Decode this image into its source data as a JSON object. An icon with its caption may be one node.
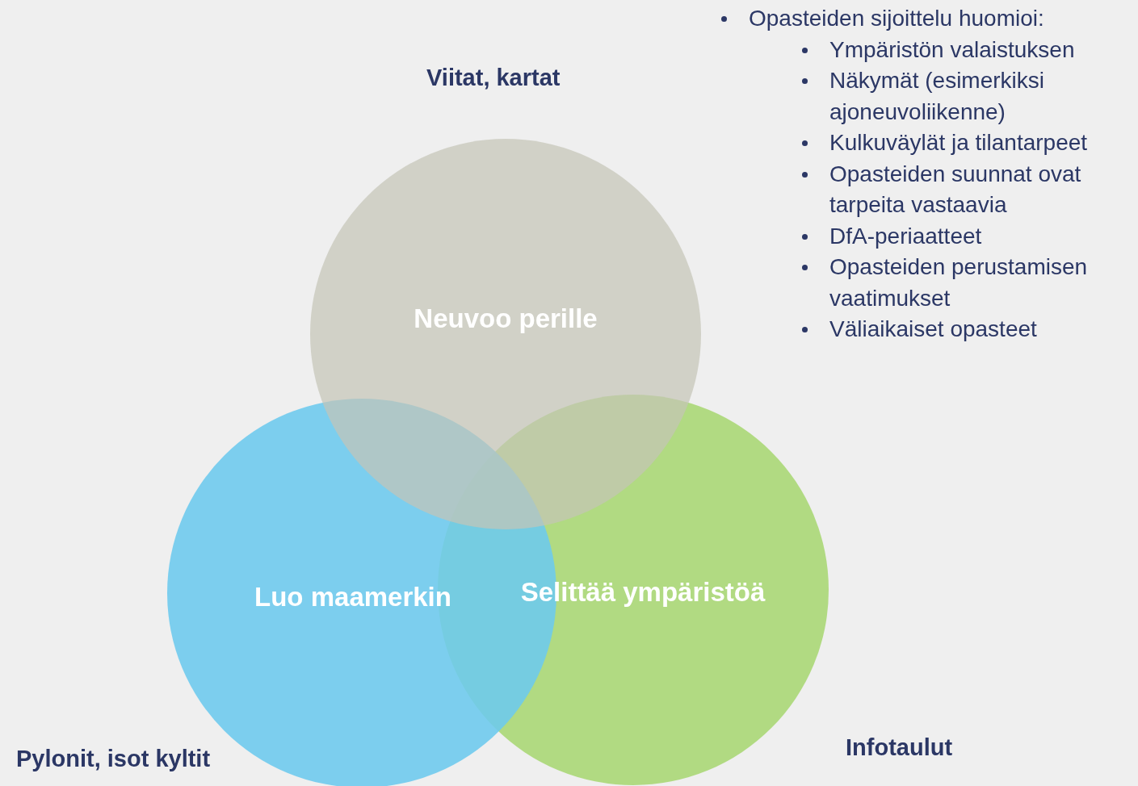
{
  "diagram": {
    "nodes": [
      {
        "text": [
          "Neuvoo perille"
        ],
        "beside": [
          "Viitat, kartat"
        ]
      },
      {
        "text": [
          "Luo maamerkin"
        ],
        "beside": [
          "Pylonit, isot kyltit"
        ]
      },
      {
        "text": [
          "Selittää ympäristöä"
        ],
        "beside": [
          "Infotaulut"
        ]
      }
    ],
    "edges": [],
    "labels": [
      "Opasteiden sijoittelu huomioi:",
      "Ympäristön valaistuksen",
      "Näkymät (esimerkiksi ajoneuvoliikenne)",
      "Kulkuväylät ja tilantarpeet",
      "Opasteiden suunnat ovat tarpeita vastaavia",
      "DfA-periaatteet",
      "Opasteiden perustamisen vaatimukset",
      "Väliaikaiset opasteet"
    ]
  }
}
